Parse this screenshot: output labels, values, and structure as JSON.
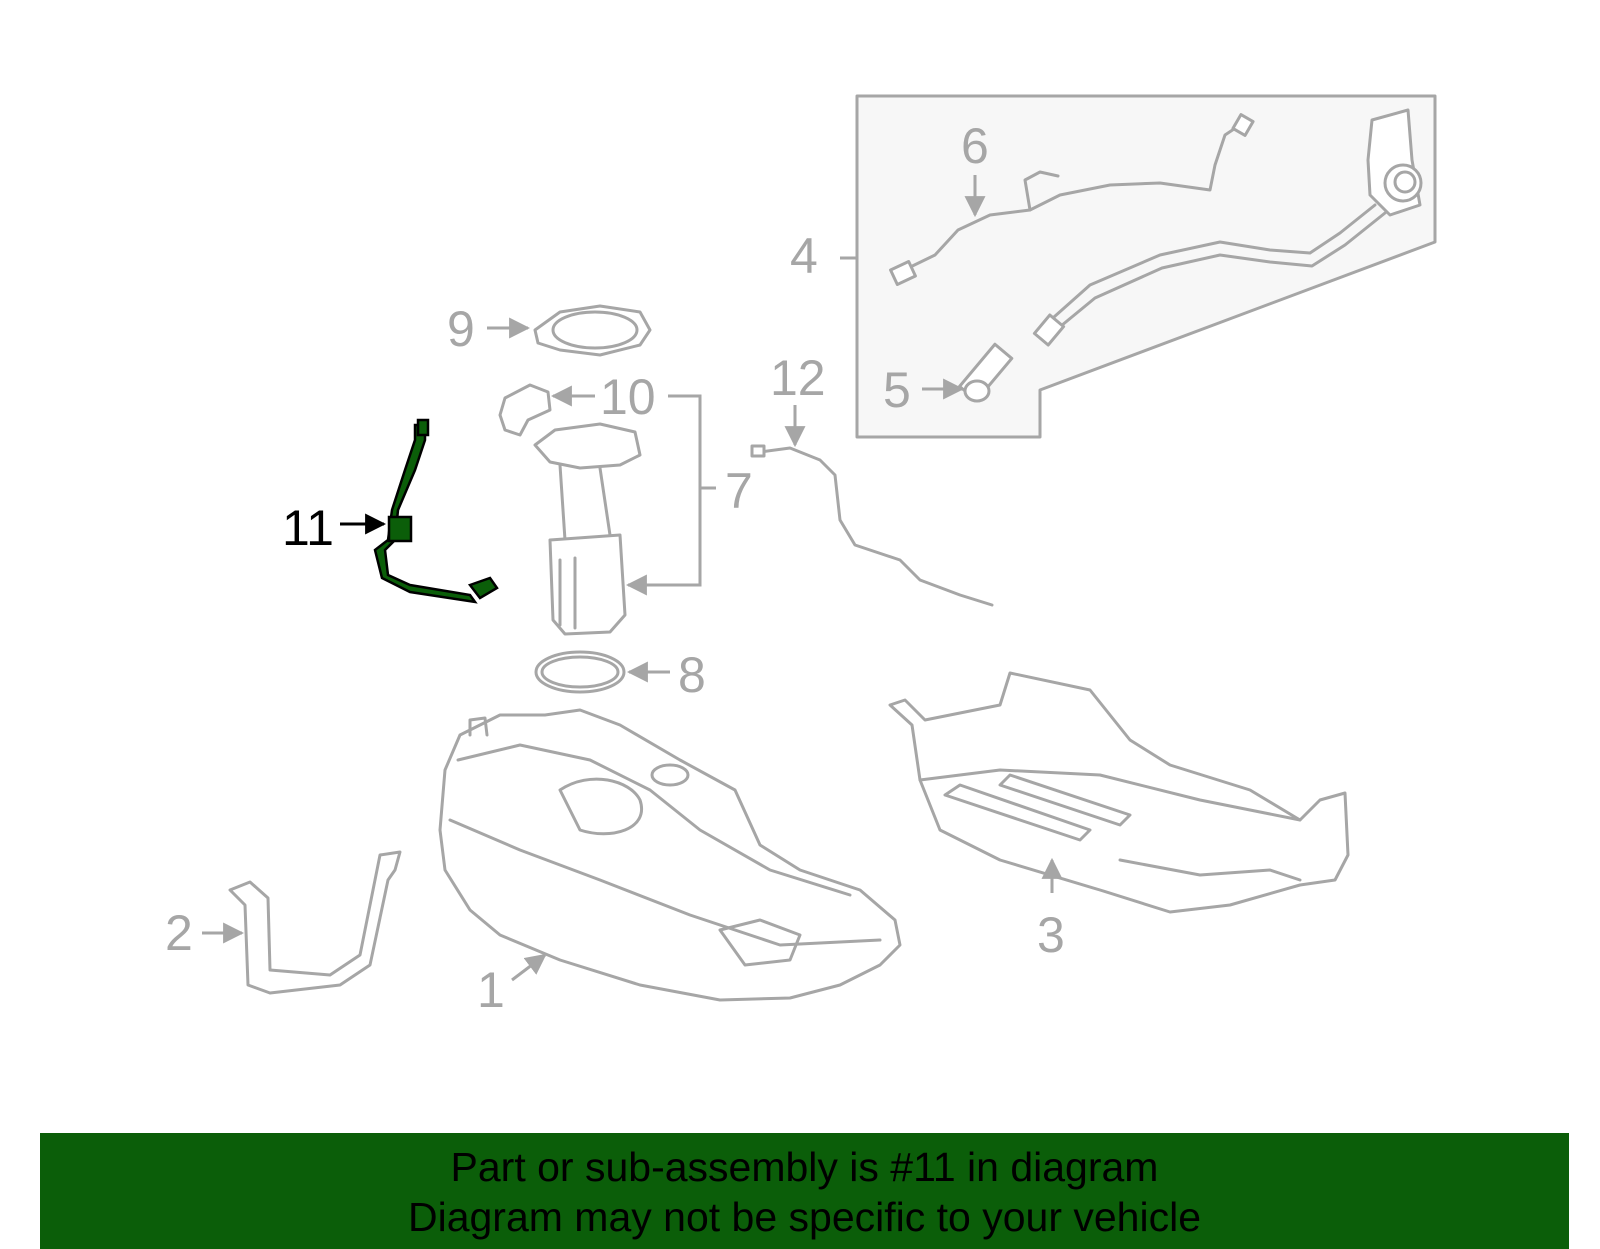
{
  "callouts": {
    "c1": "1",
    "c2": "2",
    "c3": "3",
    "c4": "4",
    "c5": "5",
    "c6": "6",
    "c7": "7",
    "c8": "8",
    "c9": "9",
    "c10": "10",
    "c11": "11",
    "c12": "12"
  },
  "highlight": {
    "part": "11",
    "color": "#0b5e09"
  },
  "banner": {
    "line1": "Part or sub-assembly is #11 in diagram",
    "line2": "Diagram may not be specific to your vehicle",
    "background": "#0b5e09"
  }
}
